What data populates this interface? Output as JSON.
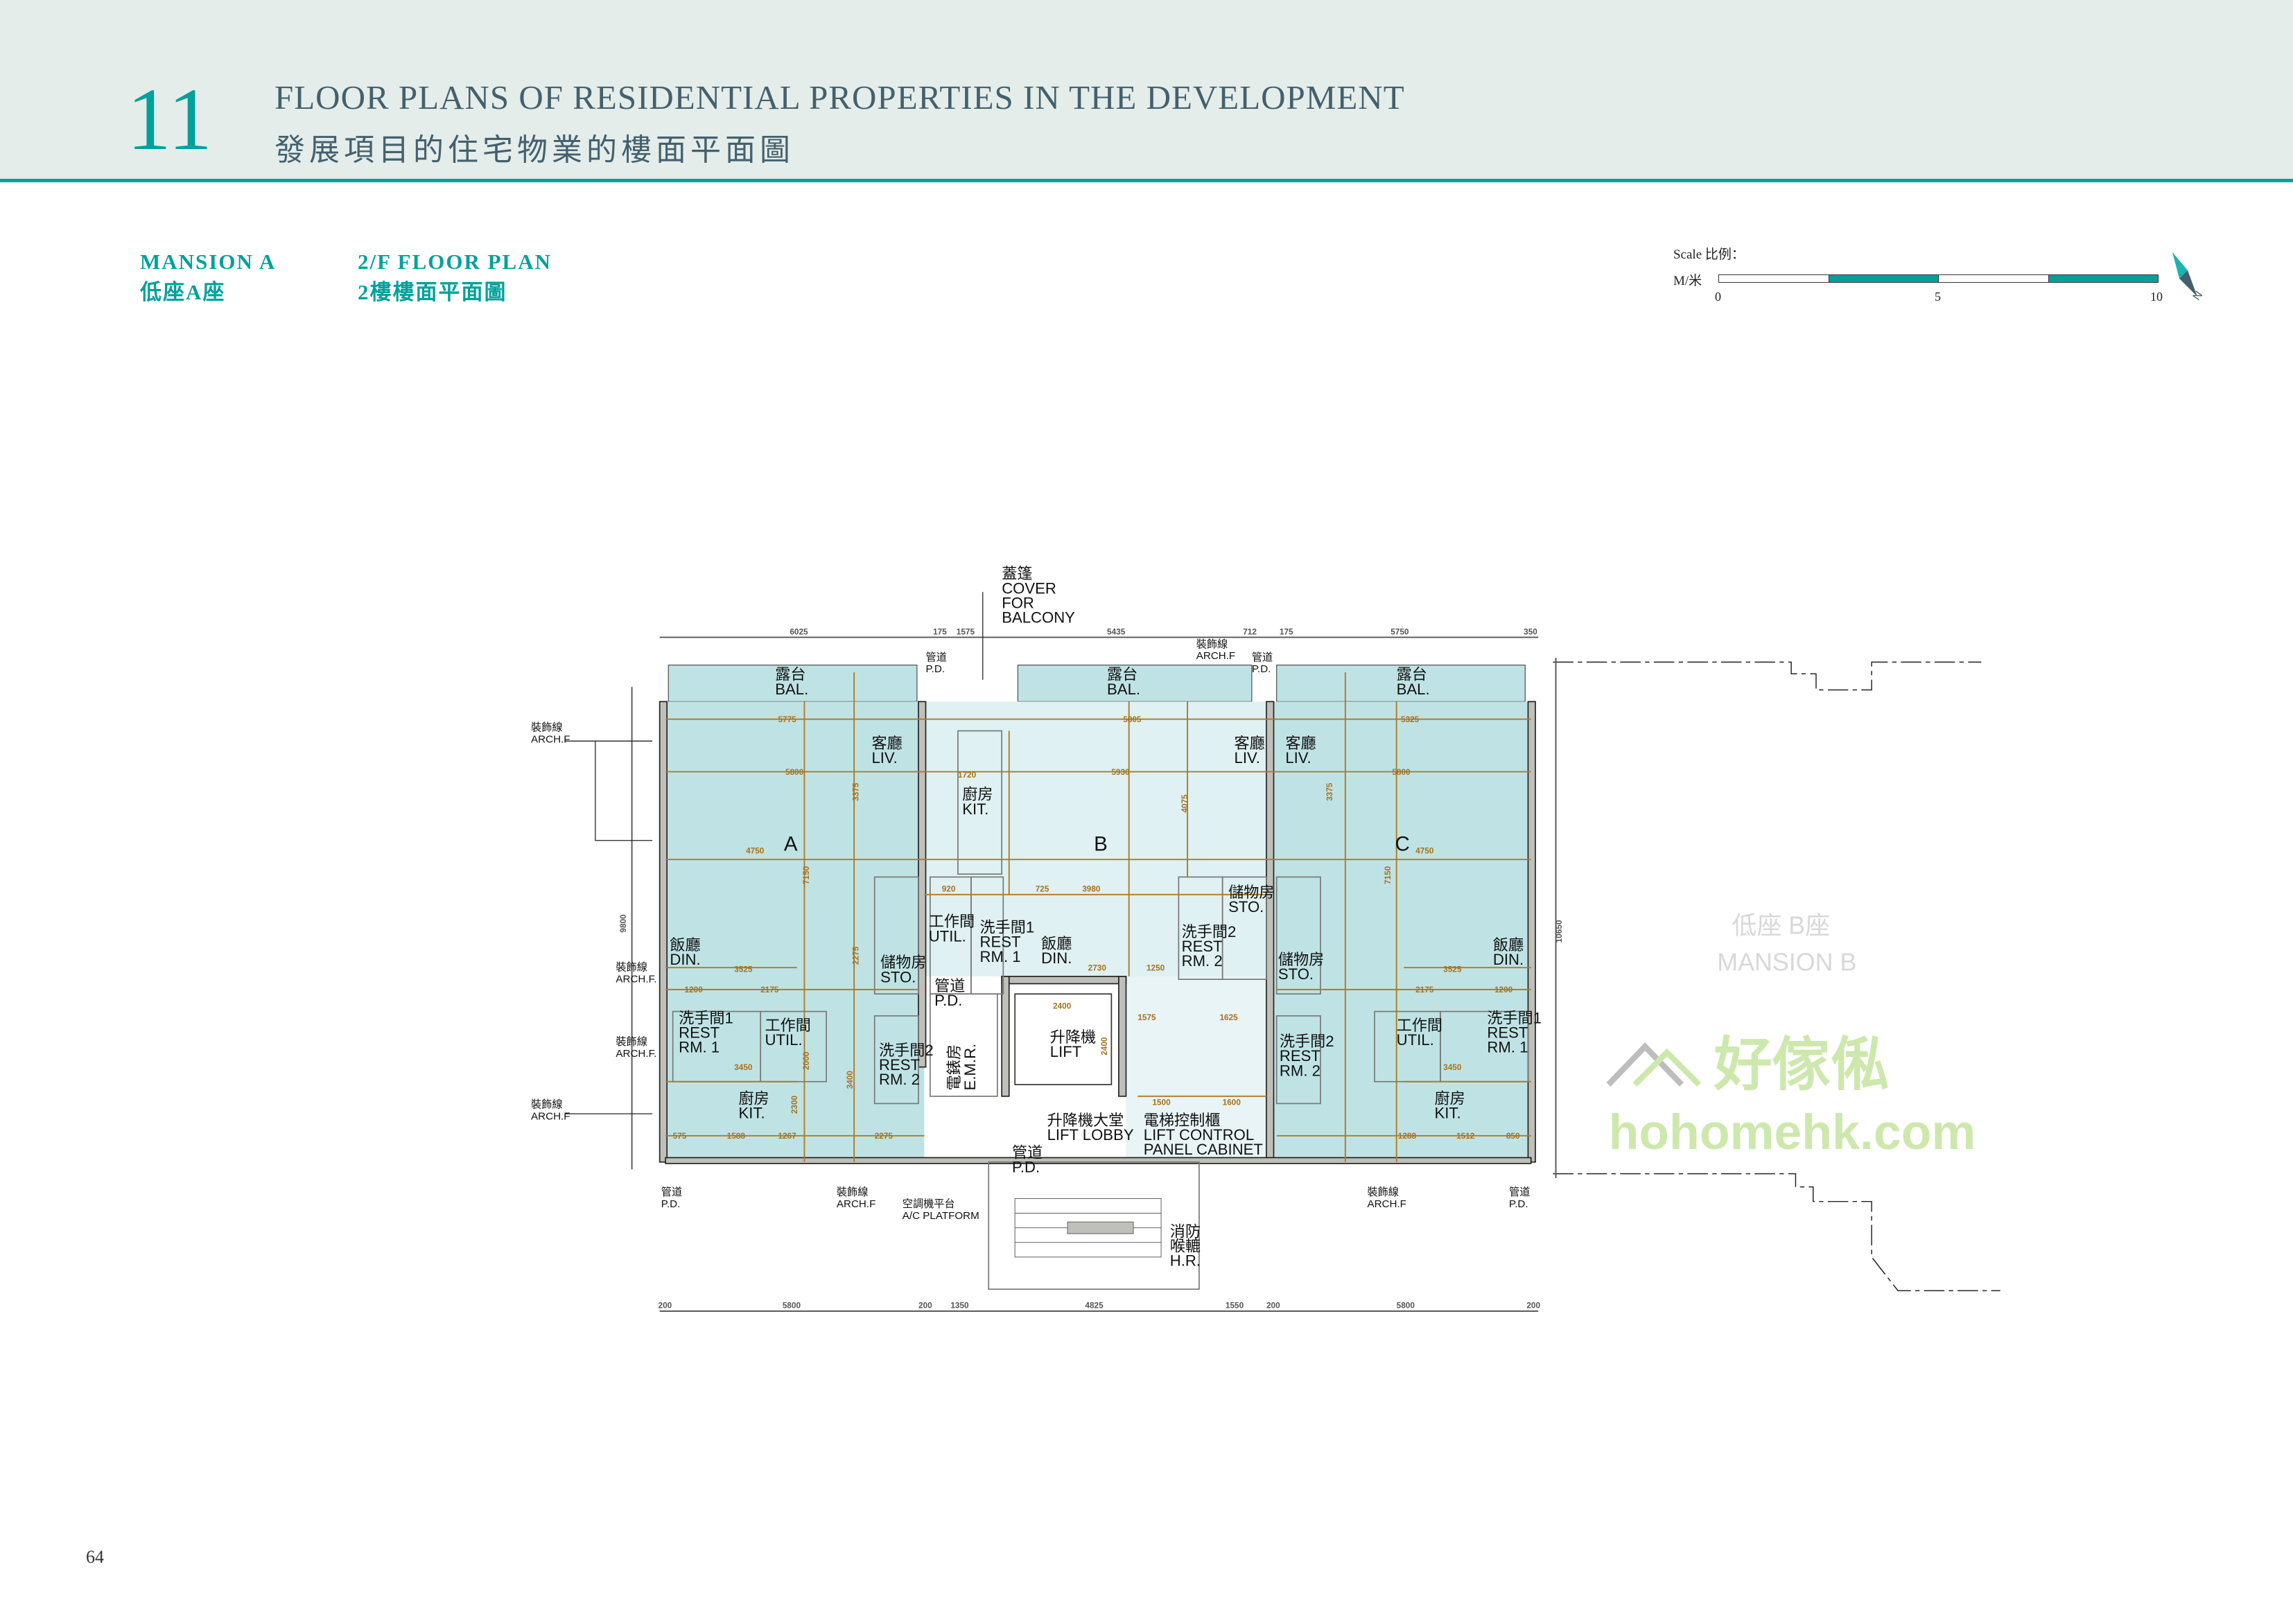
{
  "header": {
    "chapter_number": "11",
    "title_en": "FLOOR PLANS OF RESIDENTIAL PROPERTIES IN THE DEVELOPMENT",
    "title_zh": "發展項目的住宅物業的樓面平面圖"
  },
  "subheader": {
    "mansion_en": "MANSION A",
    "mansion_zh": "低座A座",
    "plan_en": "2/F FLOOR PLAN",
    "plan_zh": "2樓樓面平面圖"
  },
  "scale": {
    "label": "Scale 比例：",
    "unit": "M/米",
    "ticks": [
      "0",
      "5",
      "10"
    ],
    "north": "N"
  },
  "colors": {
    "accent": "#00a19b",
    "title": "#44606e",
    "unit_fill": "#bfe3e5",
    "unit_b_fill": "#dff1f2",
    "dimension": "#b07a22",
    "wall": "#c0c0ba"
  },
  "plan": {
    "units": {
      "a": "A",
      "b": "B",
      "c": "C"
    },
    "rooms": {
      "bal": {
        "zh": "露台",
        "en": "BAL."
      },
      "liv": {
        "zh": "客廳",
        "en": "LIV."
      },
      "din": {
        "zh": "飯廳",
        "en": "DIN."
      },
      "kit": {
        "zh": "廚房",
        "en": "KIT."
      },
      "util": {
        "zh": "工作間",
        "en": "UTIL."
      },
      "sto": {
        "zh": "儲物房",
        "en": "STO."
      },
      "rest1": {
        "zh": "洗手間1",
        "en": "REST",
        "en2": "RM. 1"
      },
      "rest2": {
        "zh": "洗手間2",
        "en": "REST",
        "en2": "RM. 2"
      }
    },
    "common": {
      "cover": {
        "zh": "蓋篷",
        "en1": "COVER",
        "en2": "FOR",
        "en3": "BALCONY"
      },
      "pd": {
        "zh": "管道",
        "en": "P.D."
      },
      "archf": {
        "zh": "裝飾線",
        "en": "ARCH.F",
        "en_dot": "ARCH.F."
      },
      "emr": {
        "zh": "電錶房",
        "en": "E.M.R."
      },
      "lift": {
        "zh": "升降機",
        "en": "LIFT"
      },
      "lift_lobby": {
        "zh": "升降機大堂",
        "en": "LIFT LOBBY"
      },
      "lift_panel": {
        "zh": "電梯控制櫃",
        "en1": "LIFT CONTROL",
        "en2": "PANEL CABINET"
      },
      "ac_platform": {
        "zh": "空調機平台",
        "en": "A/C PLATFORM"
      },
      "hose_reel": {
        "zh1": "消防",
        "zh2": "喉轆",
        "en": "H.R."
      }
    },
    "mansion_b": {
      "zh": "低座 B座",
      "en": "MANSION B"
    },
    "watermark": {
      "zh": "好傢俬",
      "en": "hohomehk.com"
    },
    "dimensions": {
      "top": [
        "6025",
        "175",
        "1575",
        "5435",
        "712",
        "175",
        "5750",
        "350"
      ],
      "bottom": [
        "200",
        "5800",
        "200",
        "1350",
        "4825",
        "1550",
        "200",
        "5800",
        "200"
      ],
      "left_total": "9800",
      "right_total": "10650",
      "inner": [
        "5775",
        "5800",
        "4750",
        "3525",
        "2175",
        "1200",
        "3450",
        "7150",
        "3375",
        "2275",
        "5805",
        "5930",
        "3980",
        "2730",
        "1250",
        "5325",
        "5800",
        "4750",
        "3525",
        "2175",
        "1200",
        "3450",
        "7150",
        "3375",
        "2400",
        "2400",
        "1575",
        "1625",
        "1500",
        "1600",
        "920",
        "725",
        "1720",
        "4075",
        "2000",
        "3400",
        "2300",
        "575",
        "1588",
        "1267",
        "2275",
        "1288",
        "1512",
        "850"
      ]
    }
  },
  "page_number": "64"
}
